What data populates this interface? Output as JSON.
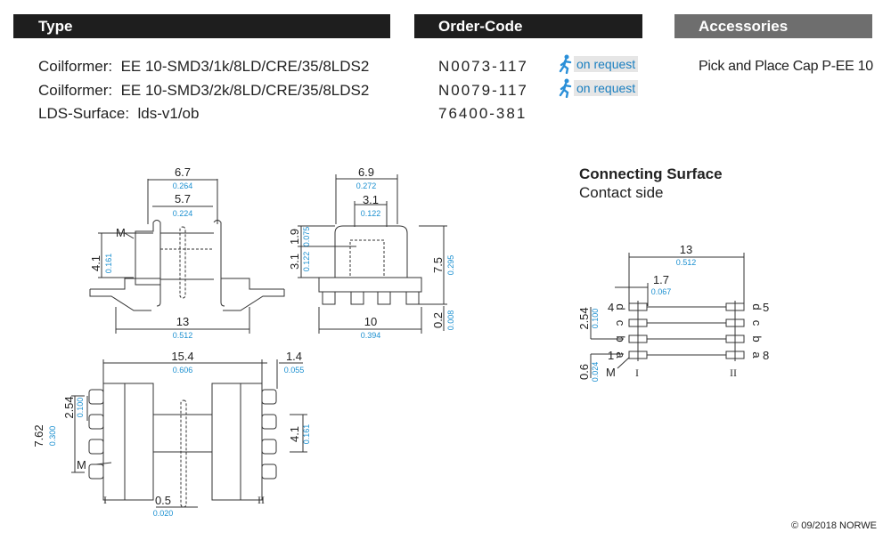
{
  "headers": {
    "type": "Type",
    "order_code": "Order-Code",
    "accessories": "Accessories"
  },
  "products": [
    {
      "type": "Coilformer:  EE 10-SMD3/1k/8LD/CRE/35/8LDS2",
      "order_code": "N0073-117",
      "availability": "on request"
    },
    {
      "type": "Coilformer:  EE 10-SMD3/2k/8LD/CRE/35/8LDS2",
      "order_code": "N0079-117",
      "availability": "on request"
    },
    {
      "type": "LDS-Surface:  lds-v1/ob",
      "order_code": "76400-381",
      "availability": ""
    }
  ],
  "accessories": [
    "Pick and Place Cap P-EE 10"
  ],
  "icons": {
    "request": "running-person-icon"
  },
  "colors": {
    "header_dark": "#1e1e1e",
    "header_grey": "#6e6e6e",
    "inch_dim": "#1a8fd0",
    "link": "#1a7fc0"
  },
  "connecting_surface": {
    "title": "Connecting Surface",
    "subtitle": "Contact side",
    "dims": {
      "width": {
        "mm": "13",
        "inch": "0.512"
      },
      "pad": {
        "mm": "1.7",
        "inch": "0.067"
      },
      "pitch": {
        "mm": "2.54",
        "inch": "0.100"
      },
      "pad_h": {
        "mm": "0.6",
        "inch": "0.024"
      }
    },
    "left_labels": [
      "4",
      "d",
      "c",
      "b",
      "1",
      "a"
    ],
    "right_labels": [
      "d",
      "5",
      "c",
      "b",
      "a",
      "8"
    ],
    "marker": "M",
    "side_labels": [
      "I",
      "II"
    ]
  },
  "side_view": {
    "dims": [
      {
        "mm": "6.7",
        "inch": "0.264"
      },
      {
        "mm": "5.7",
        "inch": "0.224"
      },
      {
        "mm": "4.1",
        "inch": "0.161"
      },
      {
        "mm": "13",
        "inch": "0.512"
      }
    ],
    "marker": "M"
  },
  "front_view": {
    "dims": [
      {
        "mm": "6.9",
        "inch": "0.272"
      },
      {
        "mm": "3.1",
        "inch": "0.122"
      },
      {
        "mm": "1.9",
        "inch": "0.075"
      },
      {
        "mm": "3.1",
        "inch": "0.122"
      },
      {
        "mm": "7.5",
        "inch": "0.295"
      },
      {
        "mm": "10",
        "inch": "0.394"
      },
      {
        "mm": "0.2",
        "inch": "0.008"
      }
    ]
  },
  "top_view": {
    "dims": [
      {
        "mm": "15.4",
        "inch": "0.606"
      },
      {
        "mm": "1.4",
        "inch": "0.055"
      },
      {
        "mm": "2.54",
        "inch": "0.100"
      },
      {
        "mm": "7.62",
        "inch": "0.300"
      },
      {
        "mm": "4.1",
        "inch": "0.161"
      },
      {
        "mm": "0.5",
        "inch": "0.020"
      }
    ],
    "marker": "M",
    "side_labels": [
      "I",
      "II"
    ]
  },
  "footer": "© 09/2018 NORWE"
}
